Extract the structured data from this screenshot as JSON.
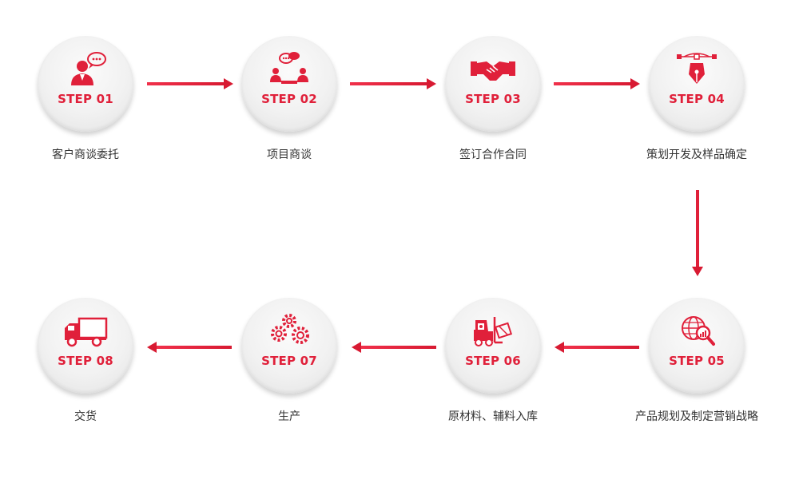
{
  "accent_color": "#e0203a",
  "steps": [
    {
      "step": "STEP 01",
      "caption": "客户商谈委托",
      "icon": "customer-chat-icon"
    },
    {
      "step": "STEP 02",
      "caption": "项目商谈",
      "icon": "meeting-icon"
    },
    {
      "step": "STEP 03",
      "caption": "签订合作合同",
      "icon": "handshake-icon"
    },
    {
      "step": "STEP 04",
      "caption": "策划开发及样品确定",
      "icon": "pen-tool-icon"
    },
    {
      "step": "STEP 05",
      "caption": "产品规划及制定营销战略",
      "icon": "globe-search-icon"
    },
    {
      "step": "STEP 06",
      "caption": "原材料、辅料入库",
      "icon": "forklift-icon"
    },
    {
      "step": "STEP 07",
      "caption": "生产",
      "icon": "gears-icon"
    },
    {
      "step": "STEP 08",
      "caption": "交货",
      "icon": "truck-icon"
    }
  ]
}
